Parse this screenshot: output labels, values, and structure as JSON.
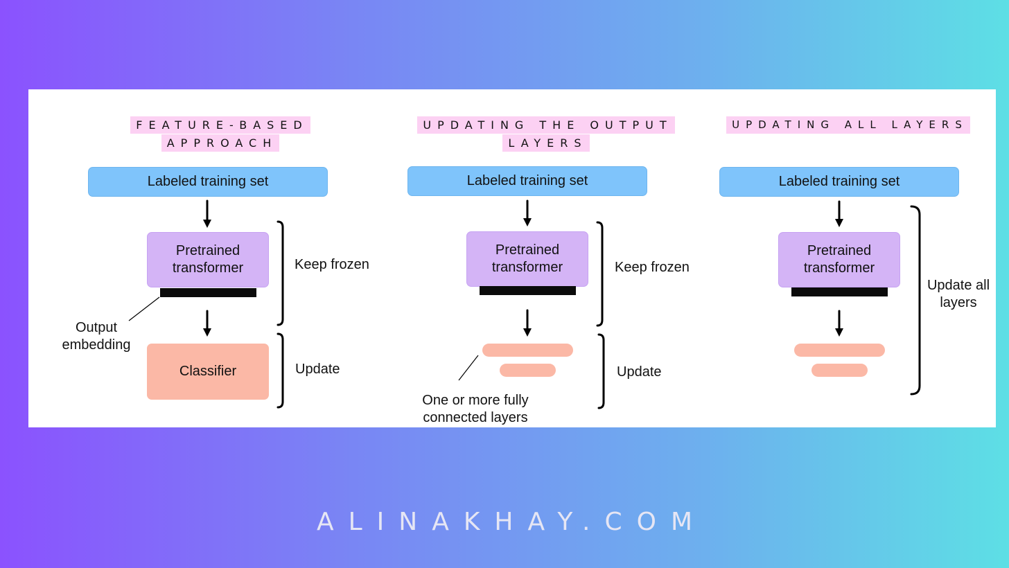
{
  "columns": [
    {
      "title_lines": [
        "FEATURE-BASED",
        "APPROACH"
      ],
      "input_label": "Labeled training set",
      "model_label": "Pretrained transformer",
      "head_label": "Classifier",
      "bracket_upper_label": "Keep frozen",
      "bracket_lower_label": "Update",
      "callout_label": "Output embedding"
    },
    {
      "title_lines": [
        "UPDATING THE OUTPUT",
        "LAYERS"
      ],
      "input_label": "Labeled training set",
      "model_label": "Pretrained transformer",
      "bracket_upper_label": "Keep frozen",
      "bracket_lower_label": "Update",
      "callout_label": "One or more fully connected layers"
    },
    {
      "title_lines": [
        "UPDATING ALL LAYERS"
      ],
      "input_label": "Labeled training set",
      "model_label": "Pretrained transformer",
      "bracket_label": "Update all layers"
    }
  ],
  "footer": {
    "text": "ALINAKHAY.COM"
  },
  "colors": {
    "title_highlight": "#fcd1f3",
    "input_box": "#7fc4fb",
    "model_box": "#d4b4f6",
    "trainable_layer": "#fbb8a6",
    "embedding_bar": "#0b0b0b"
  }
}
